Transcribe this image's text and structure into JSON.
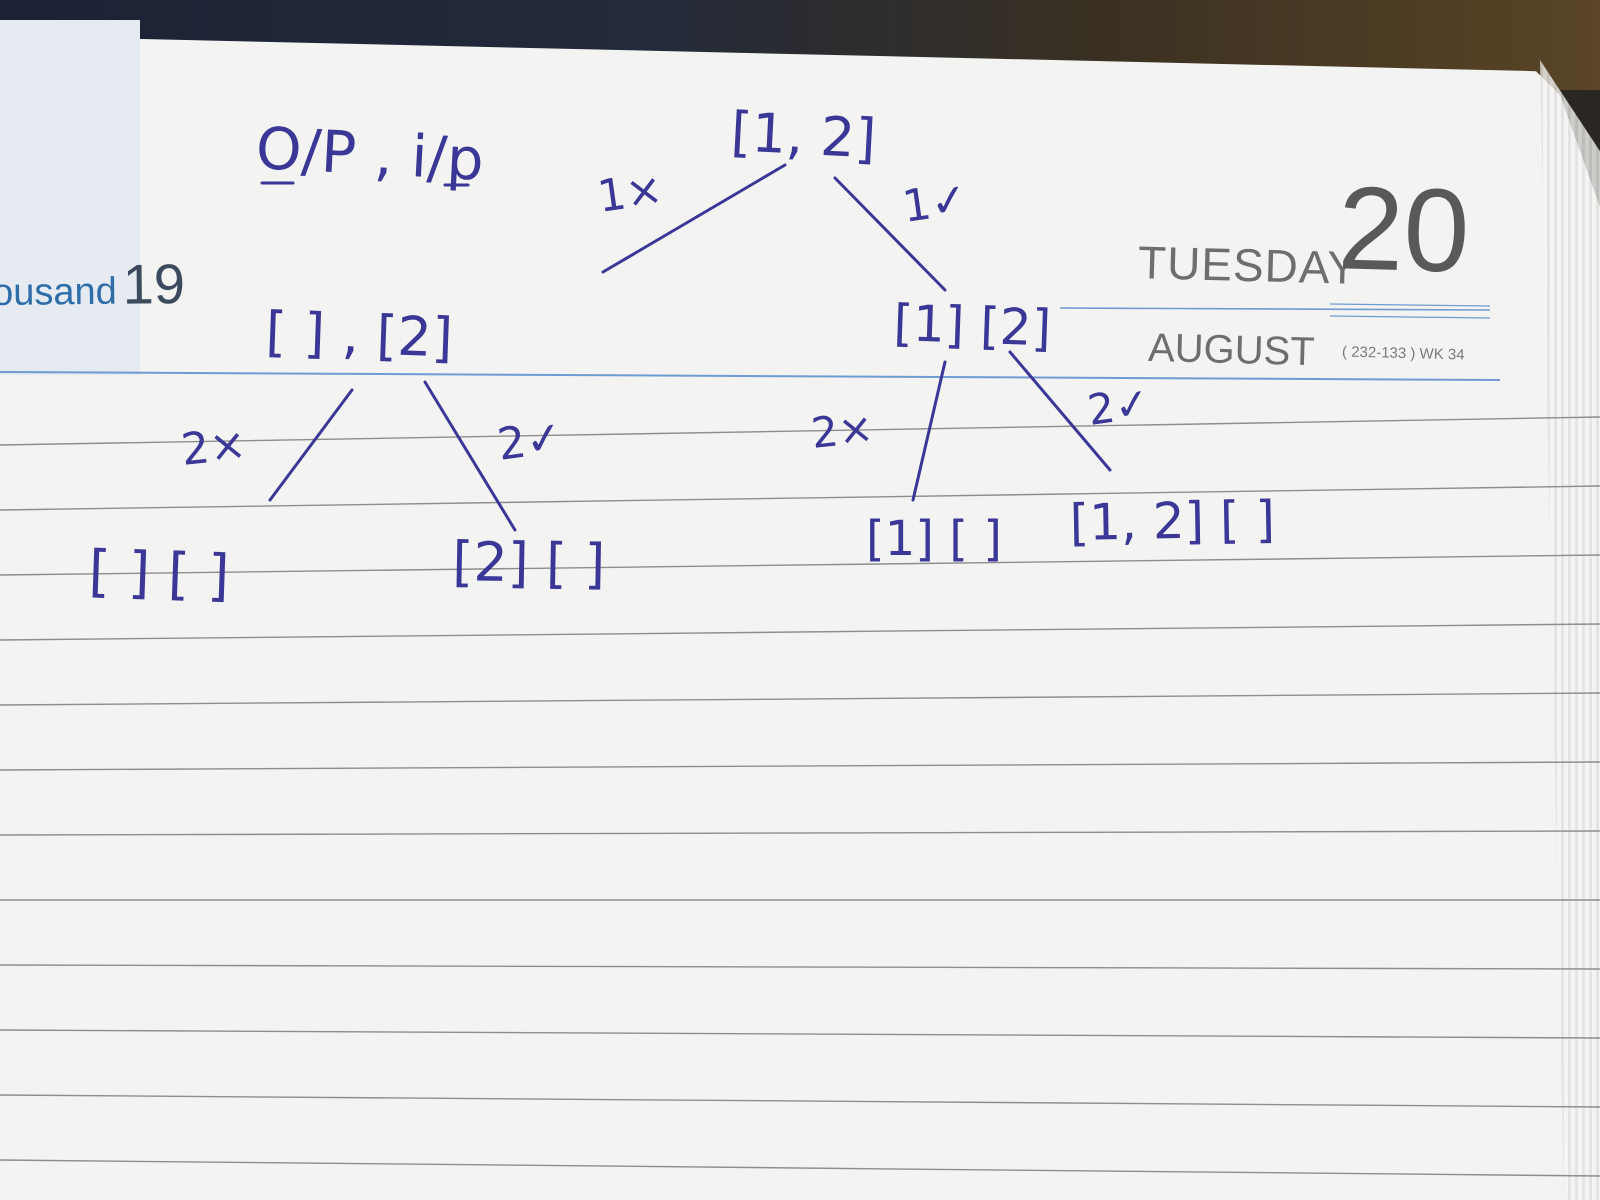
{
  "planner": {
    "previous_day_word": "ousand",
    "previous_day_number": "19",
    "weekday": "TUESDAY",
    "day_number": "20",
    "month": "AUGUST",
    "day_code": "( 232-133 ) WK 34"
  },
  "handwriting": {
    "heading": "O/P , i/p",
    "root": "[1, 2]",
    "left_node": "[ ] , [2]",
    "right_node": "[1] [2]",
    "left_edge_label": "1×",
    "right_edge_label": "1✓",
    "ll_edge_label": "2×",
    "lr_edge_label": "2✓",
    "rl_edge_label": "2×",
    "rr_edge_label": "2✓",
    "leaf_1": "[ ] [ ]",
    "leaf_2": "[2] [ ]",
    "leaf_3": "[1] [ ]",
    "leaf_4": "[1, 2] [ ]"
  }
}
